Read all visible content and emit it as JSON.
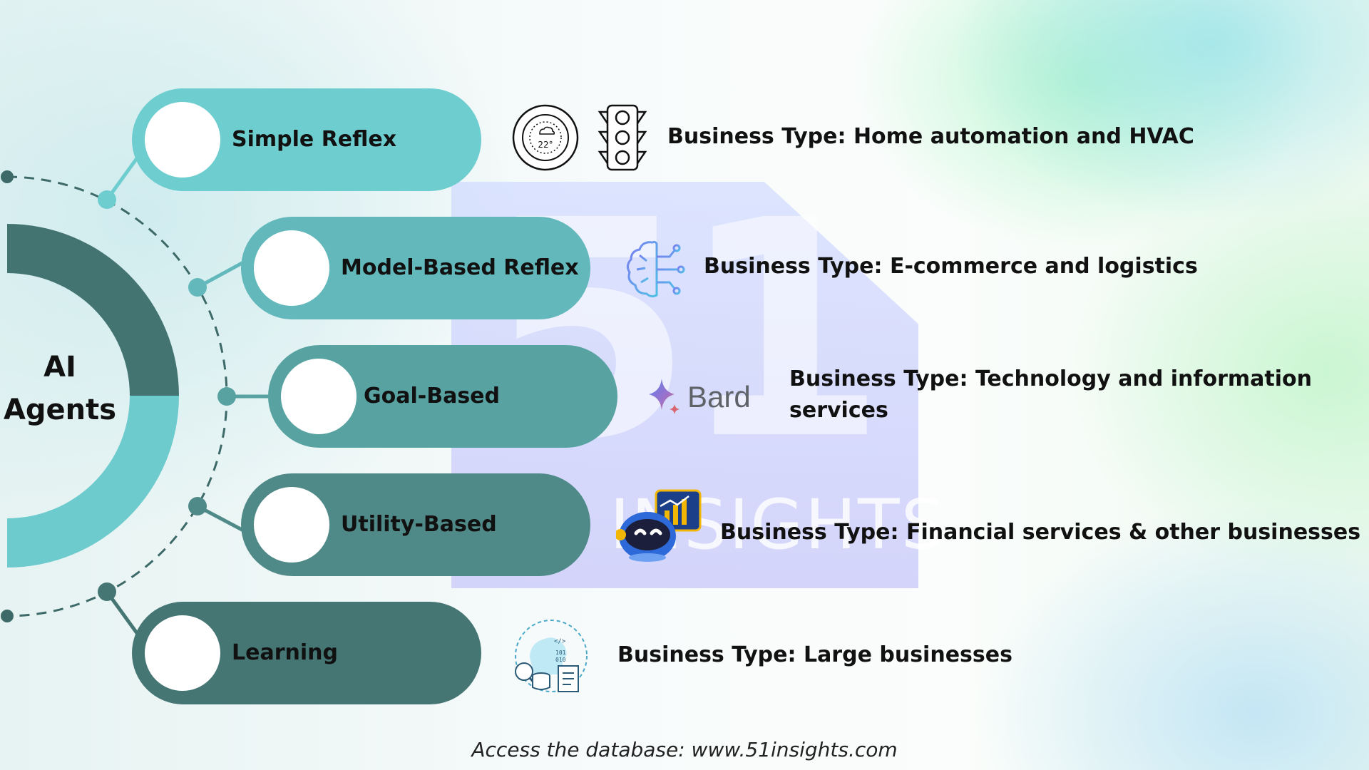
{
  "center": {
    "line1": "AI",
    "line2": "Agents"
  },
  "agents": [
    {
      "label": "Simple Reflex",
      "business": "Business Type: Home automation and HVAC",
      "color": "#6ecdcf",
      "icons": [
        "thermostat-icon",
        "traffic-light-icon"
      ],
      "thermostat_reading": "22°"
    },
    {
      "label": "Model-Based Reflex",
      "business": "Business Type: E-commerce and logistics",
      "color": "#62b8ba",
      "icons": [
        "brain-circuit-icon"
      ]
    },
    {
      "label": "Goal-Based",
      "business": "Business Type: Technology and information services",
      "color": "#58a3a2",
      "icons": [
        "bard-logo"
      ],
      "logo_text": "Bard"
    },
    {
      "label": "Utility-Based",
      "business": "Business Type: Financial services & other businesses",
      "color": "#4f8a88",
      "icons": [
        "robot-chart-icon"
      ]
    },
    {
      "label": "Learning",
      "business": "Business Type: Large businesses",
      "color": "#457674",
      "icons": [
        "data-science-icon"
      ]
    }
  ],
  "footer": "Access the database: www.51insights.com",
  "colors": {
    "arc_dark": "#447472",
    "arc_light": "#6dcbcd",
    "connector": "#3d6a68"
  }
}
